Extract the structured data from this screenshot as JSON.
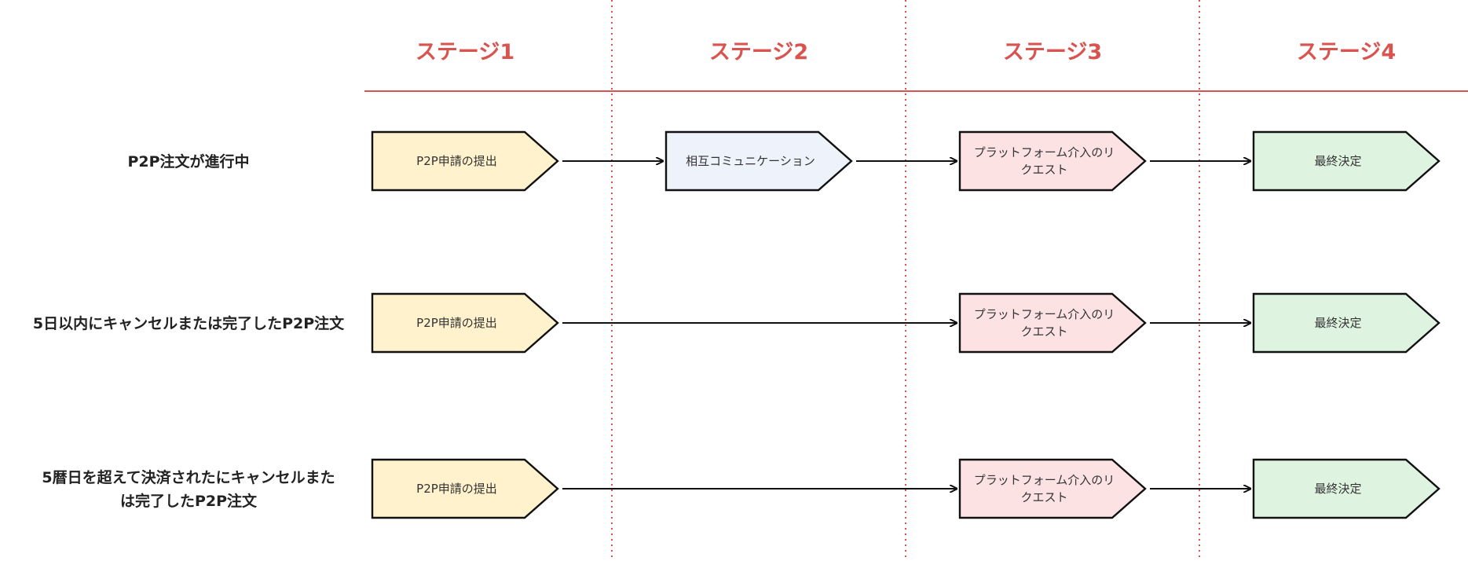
{
  "colors": {
    "accent": "#d9534f",
    "outline": "#111111",
    "stage1_fill": "#fff2cc",
    "stage2_fill": "#edf2fb",
    "stage3_fill": "#fde2e4",
    "stage4_fill": "#dff3e1"
  },
  "stages": [
    {
      "label": "ステージ1"
    },
    {
      "label": "ステージ2"
    },
    {
      "label": "ステージ3"
    },
    {
      "label": "ステージ4"
    }
  ],
  "rows": [
    {
      "label_lines": [
        "P2P注文が進行中"
      ],
      "steps": [
        {
          "stage": 1,
          "lines": [
            "P2P申請の提出"
          ]
        },
        {
          "stage": 2,
          "lines": [
            "相互コミュニケーション"
          ]
        },
        {
          "stage": 3,
          "lines": [
            "プラットフォーム介入のリ",
            "クエスト"
          ]
        },
        {
          "stage": 4,
          "lines": [
            "最終決定"
          ]
        }
      ]
    },
    {
      "label_lines": [
        "5日以内にキャンセルまたは完了したP2P注文"
      ],
      "steps": [
        {
          "stage": 1,
          "lines": [
            "P2P申請の提出"
          ]
        },
        {
          "stage": 3,
          "lines": [
            "プラットフォーム介入のリ",
            "クエスト"
          ]
        },
        {
          "stage": 4,
          "lines": [
            "最終決定"
          ]
        }
      ]
    },
    {
      "label_lines": [
        "5暦日を超えて決済されたにキャンセルまた",
        "は完了したP2P注文"
      ],
      "steps": [
        {
          "stage": 1,
          "lines": [
            "P2P申請の提出"
          ]
        },
        {
          "stage": 3,
          "lines": [
            "プラットフォーム介入のリ",
            "クエスト"
          ]
        },
        {
          "stage": 4,
          "lines": [
            "最終決定"
          ]
        }
      ]
    }
  ]
}
